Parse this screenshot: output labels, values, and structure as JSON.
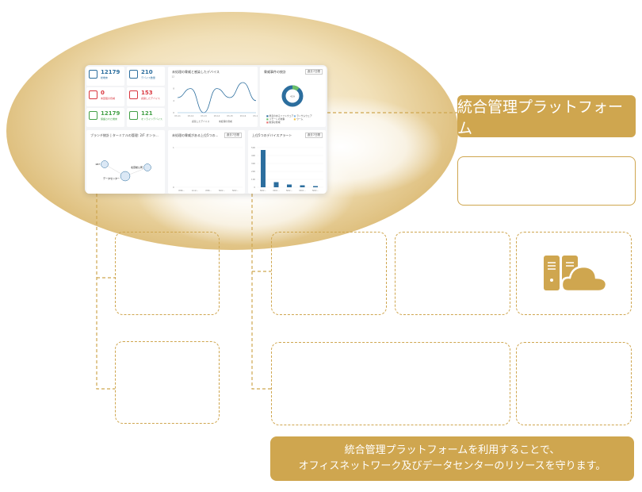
{
  "platform_title": "統合管理プラットフォーム",
  "banner": {
    "line1": "統合管理プラットフォームを利用することで、",
    "line2": "オフィスネットワーク及びデータセンターのリソースを守ります。"
  },
  "colors": {
    "gold": "#cfa64f",
    "blue": "#2c6e9e",
    "red": "#d9363e",
    "green": "#43a047"
  },
  "icon": "server-cloud-icon",
  "dashboard": {
    "stats": [
      {
        "value": "12179",
        "label": "総端末",
        "color": "#2c6e9e"
      },
      {
        "value": "210",
        "label": "デバイス数量",
        "color": "#2c6e9e"
      },
      {
        "value": "0",
        "label": "未回復の脅威",
        "color": "#d9363e"
      },
      {
        "value": "153",
        "label": "感染したデバイス",
        "color": "#d9363e"
      },
      {
        "value": "12179",
        "label": "保護された端末",
        "color": "#43a047"
      },
      {
        "value": "121",
        "label": "オンラインデバイス",
        "color": "#43a047"
      }
    ],
    "line_chart": {
      "title": "未処理の脅威と感染したデバイス",
      "x": [
        "03-11",
        "03-12",
        "03-13",
        "03-14",
        "03-15",
        "03-16",
        "03-17"
      ],
      "yticks": [
        "0",
        "4",
        "8",
        "12"
      ],
      "series": [
        {
          "name": "感染したデバイス",
          "values": [
            5,
            8,
            0,
            8,
            5,
            10,
            4
          ]
        },
        {
          "name": "未処理の脅威",
          "values": [
            0,
            0,
            0,
            0,
            0,
            0,
            0
          ]
        }
      ]
    },
    "donut": {
      "title": "脅威事件の統計",
      "period": "過去7日間",
      "center": "429",
      "legend": [
        "悪意のあるソフトウェア",
        "ランサムウェア",
        "リモートの攻撃",
        "ワーム",
        "脆弱な脅威"
      ]
    },
    "branch": {
      "title": "ブランチ統計 | ターミナルの管理: 2/F オンラ...",
      "nodes": [
        "187",
        "北京総公司",
        "データセンター"
      ]
    },
    "top5_threat": {
      "title": "未処理の脅威がある上位5つの...",
      "period": "過去7日間",
      "x": [
        "WIN...",
        "local...",
        "WIN...",
        "NO2...",
        "NO2..."
      ],
      "yticks": [
        "0",
        "1"
      ]
    },
    "top5_alert": {
      "title": "上位5つのデバイスアラート",
      "period": "過去7日間",
      "x": [
        "NO2...",
        "NO2...",
        "NO2...",
        "NO2...",
        "NO2..."
      ],
      "yticks": [
        "0",
        "100",
        "200",
        "300",
        "400",
        "500"
      ],
      "values": [
        470,
        65,
        35,
        25,
        15
      ]
    }
  }
}
